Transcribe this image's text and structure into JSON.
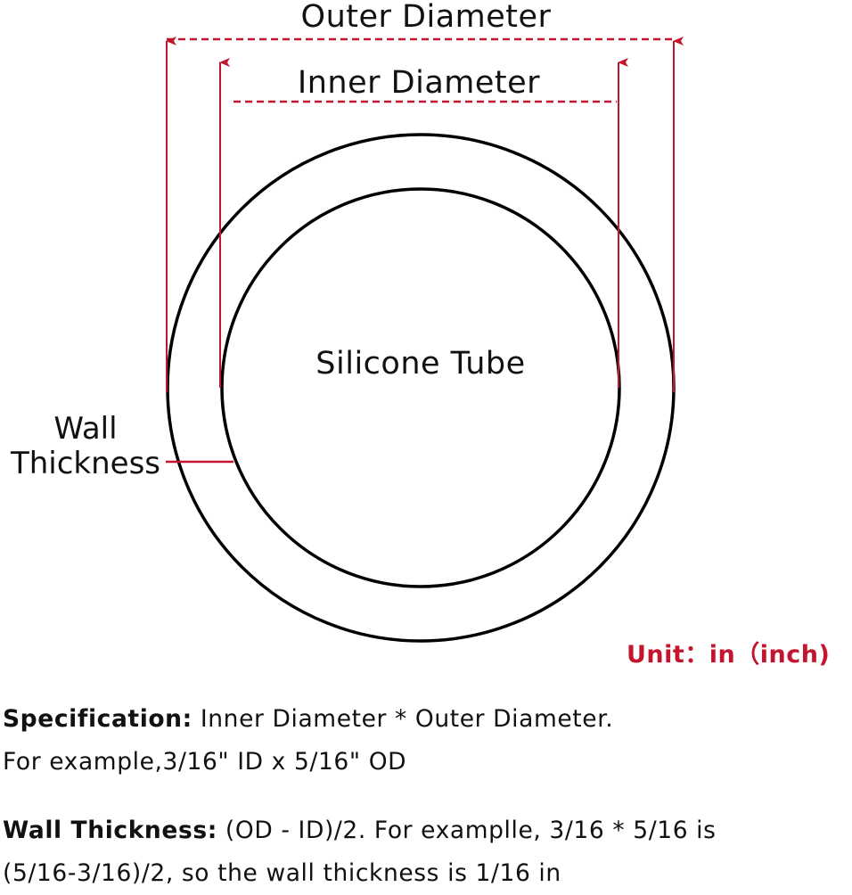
{
  "diagram": {
    "outer_diameter_label": "Outer Diameter",
    "inner_diameter_label": "Inner Diameter",
    "center_label": "Silicone Tube",
    "wall_thickness_label_line1": "Wall",
    "wall_thickness_label_line2": "Thickness",
    "unit_label": "Unit：in（inch)",
    "colors": {
      "dimension_line": "#c3162e",
      "circle_stroke": "#000000",
      "text": "#111111"
    }
  },
  "specification": {
    "key": "Specification:",
    "text": " Inner Diameter * Outer Diameter.",
    "example": "For example,3/16\" ID x 5/16\" OD"
  },
  "wall_thickness": {
    "key": "Wall Thickness:",
    "text": " (OD - ID)/2. For examplle, 3/16 * 5/16 is",
    "text_line2": "(5/16-3/16)/2, so the wall thickness is 1/16 in"
  }
}
